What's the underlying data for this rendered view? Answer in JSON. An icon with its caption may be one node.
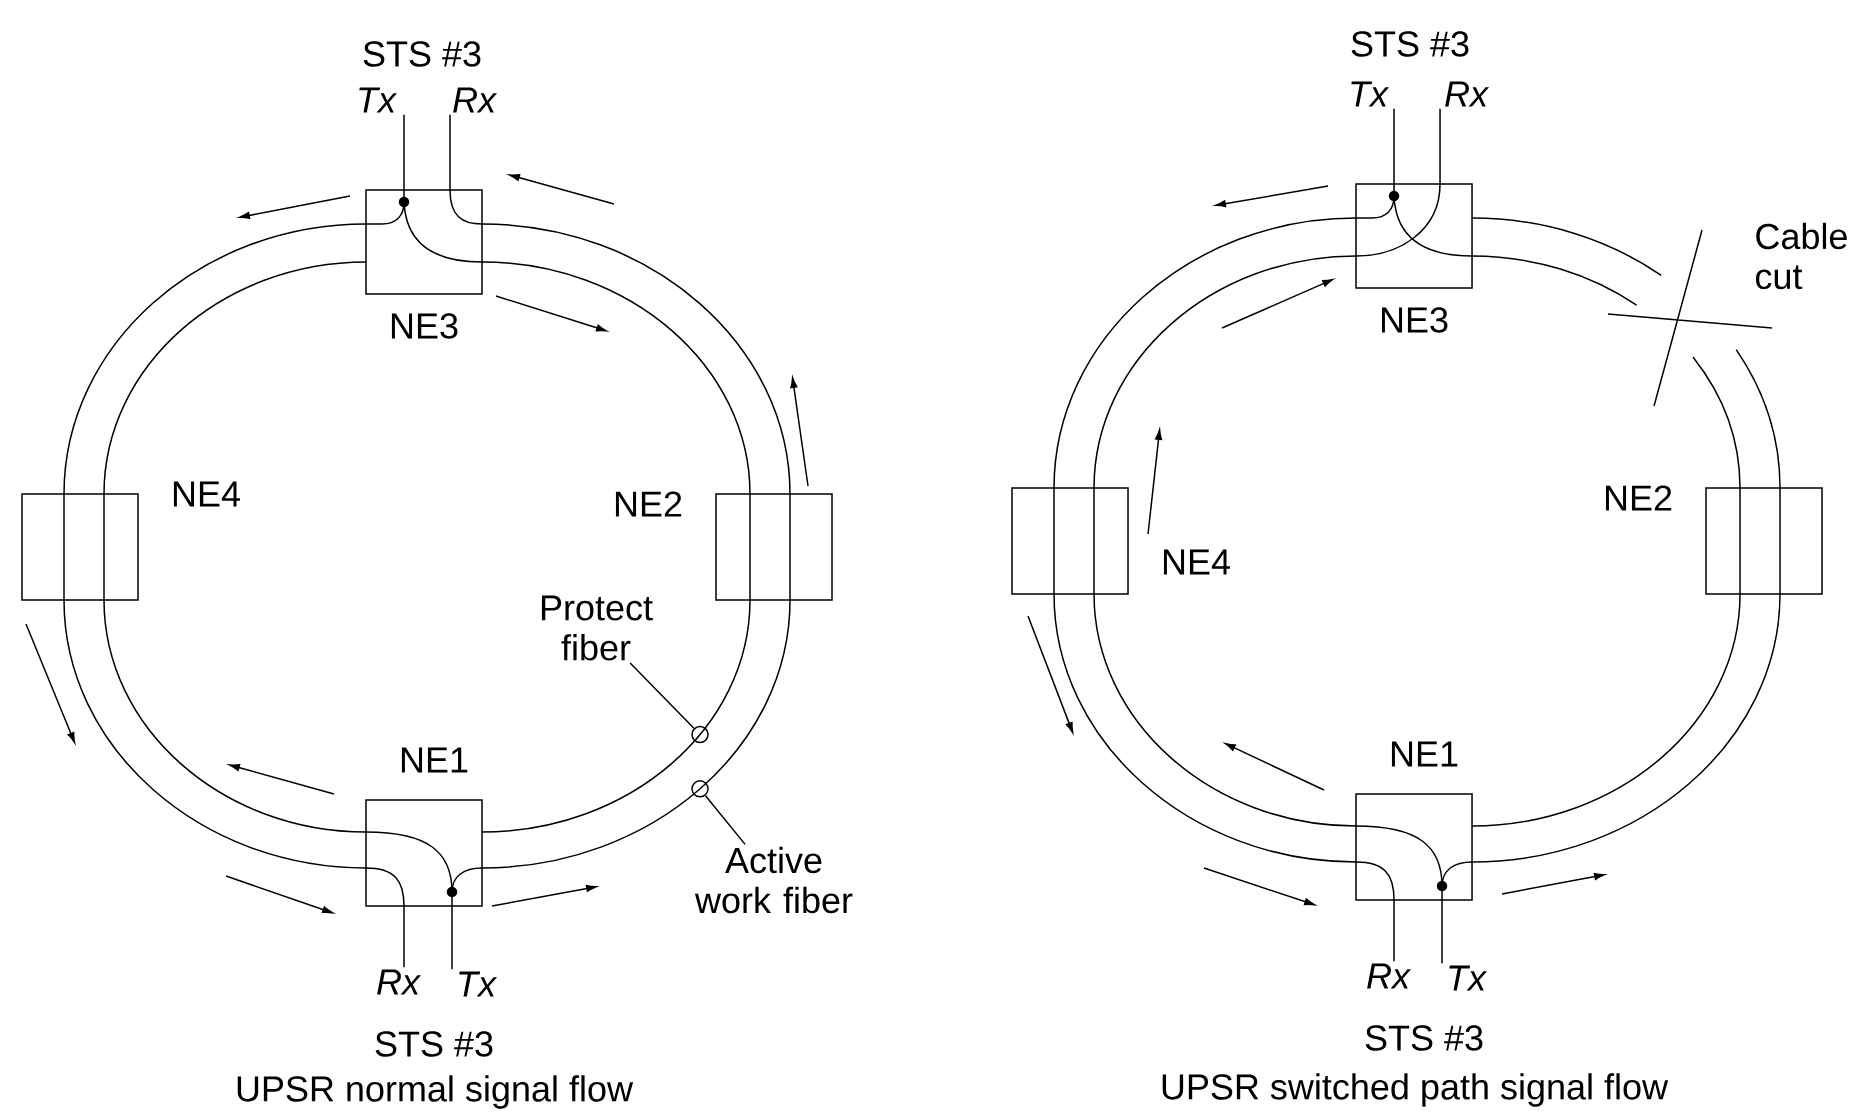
{
  "diagram": {
    "nodes": [
      {
        "text": [
          "NE3"
        ]
      },
      {
        "text": [
          "NE4"
        ]
      },
      {
        "text": [
          "NE2"
        ]
      },
      {
        "text": [
          "NE1"
        ]
      },
      {
        "text": [
          "Tx"
        ]
      },
      {
        "text": [
          "Rx"
        ]
      },
      {
        "text": [
          "Protect fiber"
        ]
      },
      {
        "text": [],
        "shape": "circle"
      },
      {
        "text": [],
        "shape": "circle"
      },
      {
        "text": [
          "Active work fiber"
        ]
      },
      {
        "text": [
          "Rx"
        ]
      },
      {
        "text": [
          "Tx"
        ]
      },
      {
        "text": [
          "NE3"
        ]
      },
      {
        "text": [
          "NE4"
        ]
      },
      {
        "text": [
          "NE2"
        ]
      },
      {
        "text": [
          "NE1"
        ]
      },
      {
        "text": [
          "Tx"
        ]
      },
      {
        "text": [
          "Rx"
        ]
      },
      {
        "text": [
          "Rx"
        ]
      },
      {
        "text": [
          "Tx"
        ]
      }
    ],
    "edges": [
      {
        "from": 0,
        "to": 1,
        "arrow": "none"
      },
      {
        "from": 0,
        "to": 1,
        "arrow": "none"
      },
      {
        "from": 1,
        "to": 3,
        "arrow": "none"
      },
      {
        "from": 1,
        "to": 3,
        "arrow": "none"
      },
      {
        "from": 3,
        "to": 2,
        "arrow": "none"
      },
      {
        "from": 3,
        "to": 2,
        "arrow": "none"
      },
      {
        "from": 2,
        "to": 0,
        "arrow": "none"
      },
      {
        "from": 2,
        "to": 0,
        "arrow": "none"
      },
      {
        "from": 4,
        "to": 0,
        "arrow": "none"
      },
      {
        "from": 5,
        "to": 0,
        "arrow": "none"
      },
      {
        "from": 10,
        "to": 3,
        "arrow": "none"
      },
      {
        "from": 11,
        "to": 3,
        "arrow": "none"
      },
      {
        "from": 6,
        "to": 7,
        "arrow": "none"
      },
      {
        "from": 9,
        "to": 8,
        "arrow": "none"
      },
      {
        "from": 12,
        "to": 13,
        "arrow": "none"
      },
      {
        "from": 12,
        "to": 13,
        "arrow": "none"
      },
      {
        "from": 13,
        "to": 15,
        "arrow": "none"
      },
      {
        "from": 13,
        "to": 15,
        "arrow": "none"
      },
      {
        "from": 15,
        "to": 14,
        "arrow": "none"
      },
      {
        "from": 15,
        "to": 14,
        "arrow": "none"
      },
      {
        "from": 12,
        "to": null,
        "arrow": "none"
      },
      {
        "from": 12,
        "to": null,
        "arrow": "none"
      },
      {
        "from": 14,
        "to": null,
        "arrow": "none"
      },
      {
        "from": 14,
        "to": null,
        "arrow": "none"
      },
      {
        "from": 16,
        "to": 12,
        "arrow": "none"
      },
      {
        "from": 17,
        "to": 12,
        "arrow": "none"
      },
      {
        "from": 18,
        "to": 15,
        "arrow": "none"
      },
      {
        "from": 19,
        "to": 15,
        "arrow": "none"
      }
    ],
    "labels": [
      "STS #3",
      "STS #3",
      "UPSR normal signal flow",
      "STS #3",
      "Cable cut",
      "STS #3",
      "UPSR switched path signal flow"
    ]
  }
}
